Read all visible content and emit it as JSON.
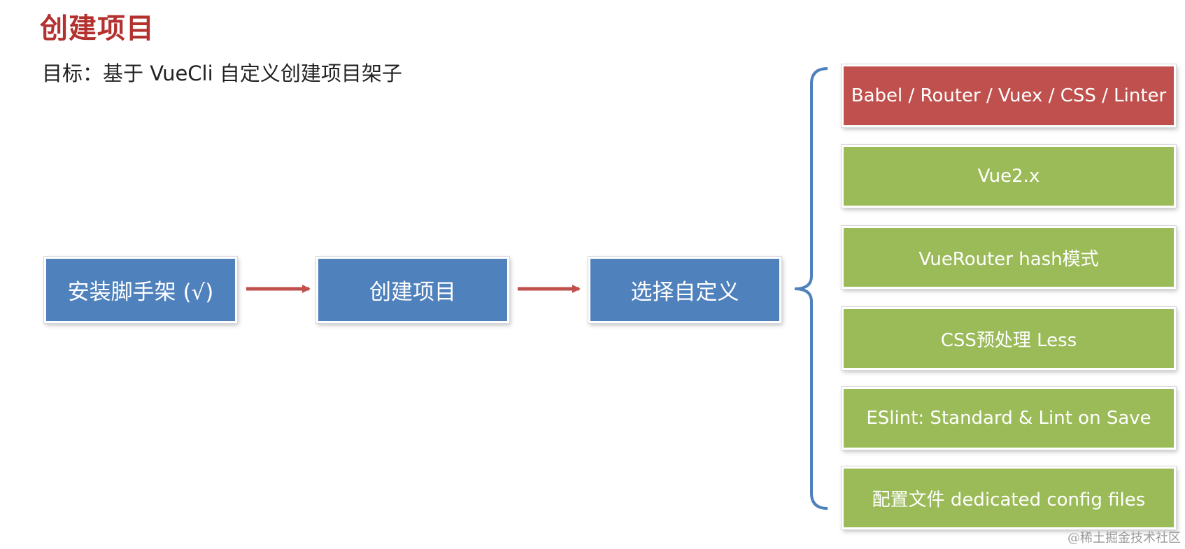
{
  "header": {
    "title": "创建项目",
    "subtitle": "目标：基于 VueCli 自定义创建项目架子"
  },
  "flow": {
    "steps": [
      {
        "label": "安装脚手架 (√)"
      },
      {
        "label": "创建项目"
      },
      {
        "label": "选择自定义"
      }
    ]
  },
  "options": {
    "items": [
      {
        "label": "Babel / Router / Vuex / CSS / Linter",
        "highlight": true
      },
      {
        "label": "Vue2.x",
        "highlight": false
      },
      {
        "label": "VueRouter hash模式",
        "highlight": false
      },
      {
        "label": "CSS预处理 Less",
        "highlight": false
      },
      {
        "label": "ESlint: Standard & Lint on Save",
        "highlight": false
      },
      {
        "label": "配置文件 dedicated config files",
        "highlight": false
      }
    ]
  },
  "watermark": "@稀土掘金技术社区",
  "colors": {
    "title": "#b3312f",
    "flow_box": "#4f81bd",
    "option_highlight": "#c0504d",
    "option_default": "#9bbb59",
    "arrow": "#c0504d",
    "brace": "#4f81bd"
  }
}
